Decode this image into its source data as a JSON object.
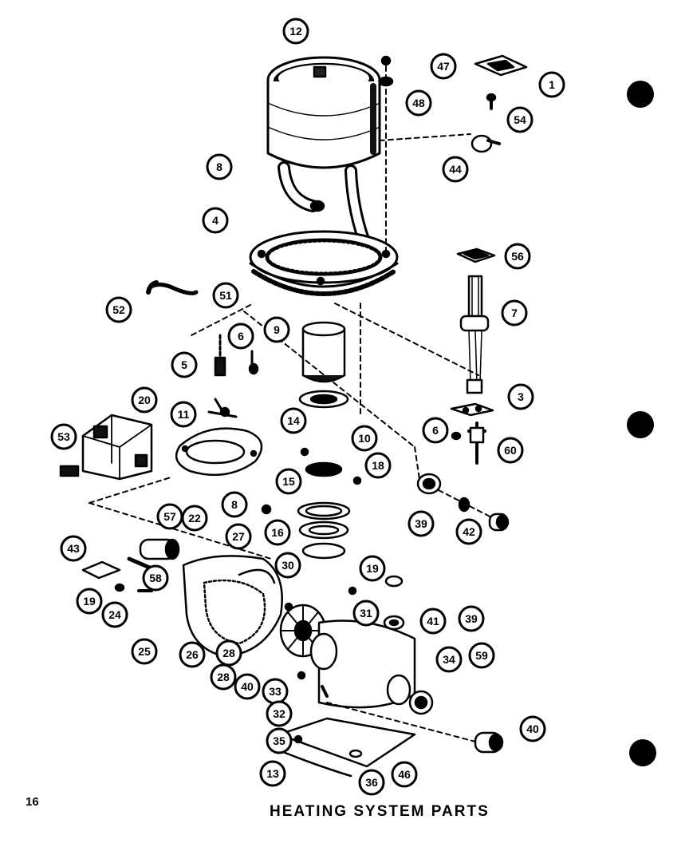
{
  "page_number": "16",
  "title": "HEATING SYSTEM PARTS",
  "callouts": [
    "12",
    "47",
    "1",
    "48",
    "54",
    "8",
    "44",
    "4",
    "56",
    "51",
    "52",
    "7",
    "9",
    "5",
    "6",
    "20",
    "3",
    "11",
    "14",
    "10",
    "6",
    "60",
    "53",
    "18",
    "15",
    "8",
    "39",
    "42",
    "16",
    "57",
    "22",
    "27",
    "43",
    "58",
    "30",
    "19",
    "41",
    "19",
    "24",
    "31",
    "39",
    "25",
    "26",
    "28",
    "34",
    "59",
    "28",
    "40",
    "33",
    "32",
    "35",
    "40",
    "13",
    "36",
    "46"
  ],
  "colors": {
    "ink": "#000000",
    "paper": "#ffffff"
  }
}
